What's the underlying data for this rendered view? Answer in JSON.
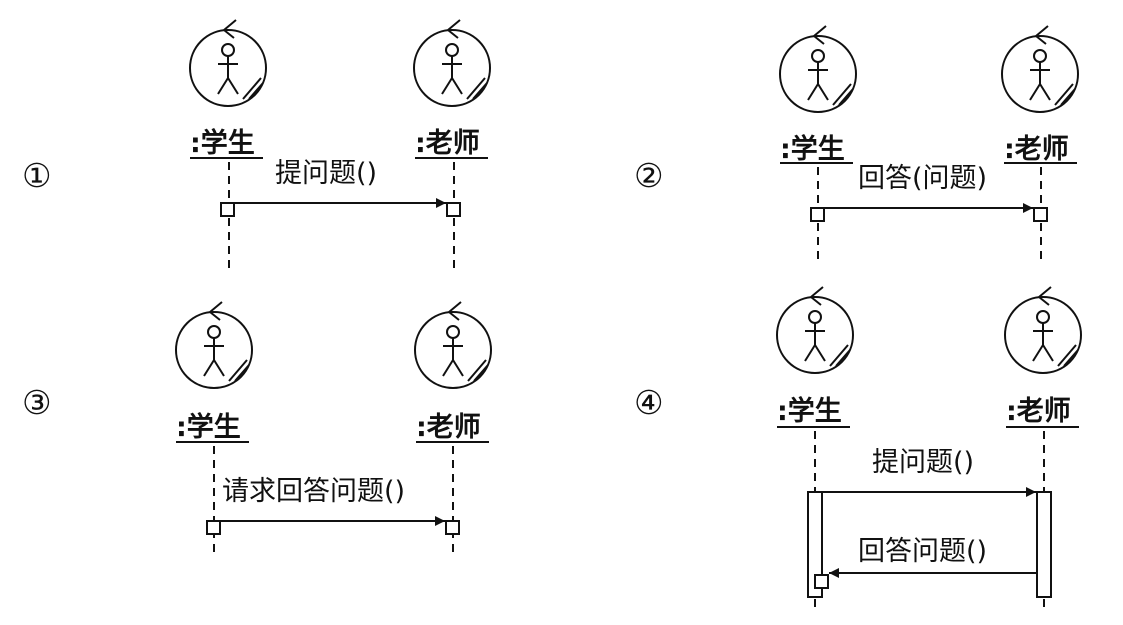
{
  "diagrams": [
    {
      "number": "①",
      "actors": [
        ":学生",
        ":老师"
      ],
      "messages": [
        {
          "label": "提问题()",
          "from": 0,
          "to": 1
        }
      ]
    },
    {
      "number": "②",
      "actors": [
        ":学生",
        ":老师"
      ],
      "messages": [
        {
          "label": "回答(问题)",
          "from": 0,
          "to": 1
        }
      ]
    },
    {
      "number": "③",
      "actors": [
        ":学生",
        ":老师"
      ],
      "messages": [
        {
          "label": "请求回答问题()",
          "from": 0,
          "to": 1
        }
      ]
    },
    {
      "number": "④",
      "actors": [
        ":学生",
        ":老师"
      ],
      "messages": [
        {
          "label": "提问题()",
          "from": 0,
          "to": 1
        },
        {
          "label": "回答问题()",
          "from": 1,
          "to": 0
        }
      ]
    }
  ]
}
